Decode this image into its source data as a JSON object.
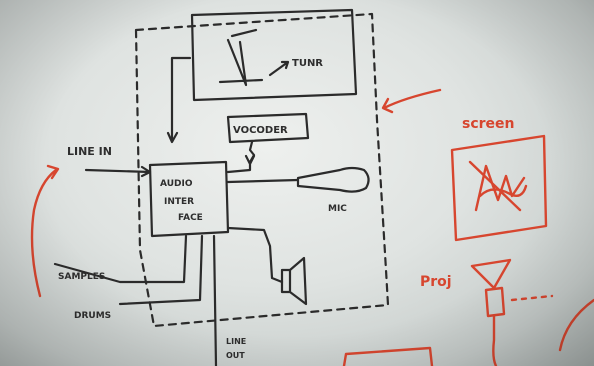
{
  "labels": {
    "line_in": "LINE IN",
    "tuner": "TUNR",
    "vocoder": "VOCODER",
    "audio_interface": [
      "AUDIO",
      "INTER",
      "FACE"
    ],
    "mic": "MIC",
    "samples": "SAMPLES",
    "drums": "DRUMS",
    "line_out": [
      "LINE",
      "OUT"
    ],
    "screen": "screen",
    "proj": "Proj"
  },
  "colors": {
    "black_marker": "#2b2b2b",
    "red_marker": "#d7462f",
    "whiteboard": "#e6e9e7"
  }
}
